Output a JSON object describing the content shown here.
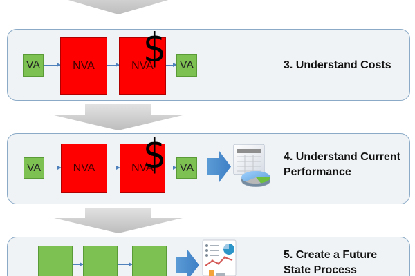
{
  "steps": [
    {
      "title": "3. Understand Costs",
      "boxes": [
        "VA",
        "NVA",
        "NVA",
        "VA"
      ]
    },
    {
      "title": "4. Understand Current Performance",
      "title_line1": "4. Understand Current",
      "title_line2": "Performance",
      "boxes": [
        "VA",
        "NVA",
        "NVA",
        "VA"
      ]
    },
    {
      "title": "5. Create a Future State Process",
      "title_line1": "5. Create a Future",
      "title_line2": "State Process",
      "boxes": [
        "",
        "",
        ""
      ]
    }
  ],
  "symbols": {
    "currency": "$"
  },
  "icons": {
    "step3": "dollar-sign",
    "step4": "spreadsheet-with-pie-chart-icon",
    "step5": "dashboard-report-icon"
  },
  "colors": {
    "panel_background": "#f0f3f5",
    "panel_border": "#8aaac7",
    "value_added": "#7cc152",
    "non_value_added": "#ff0000",
    "flow_line": "#4f81bd",
    "transition_arrow": "#d0d0d0",
    "action_arrow": "#4f8fd8"
  }
}
